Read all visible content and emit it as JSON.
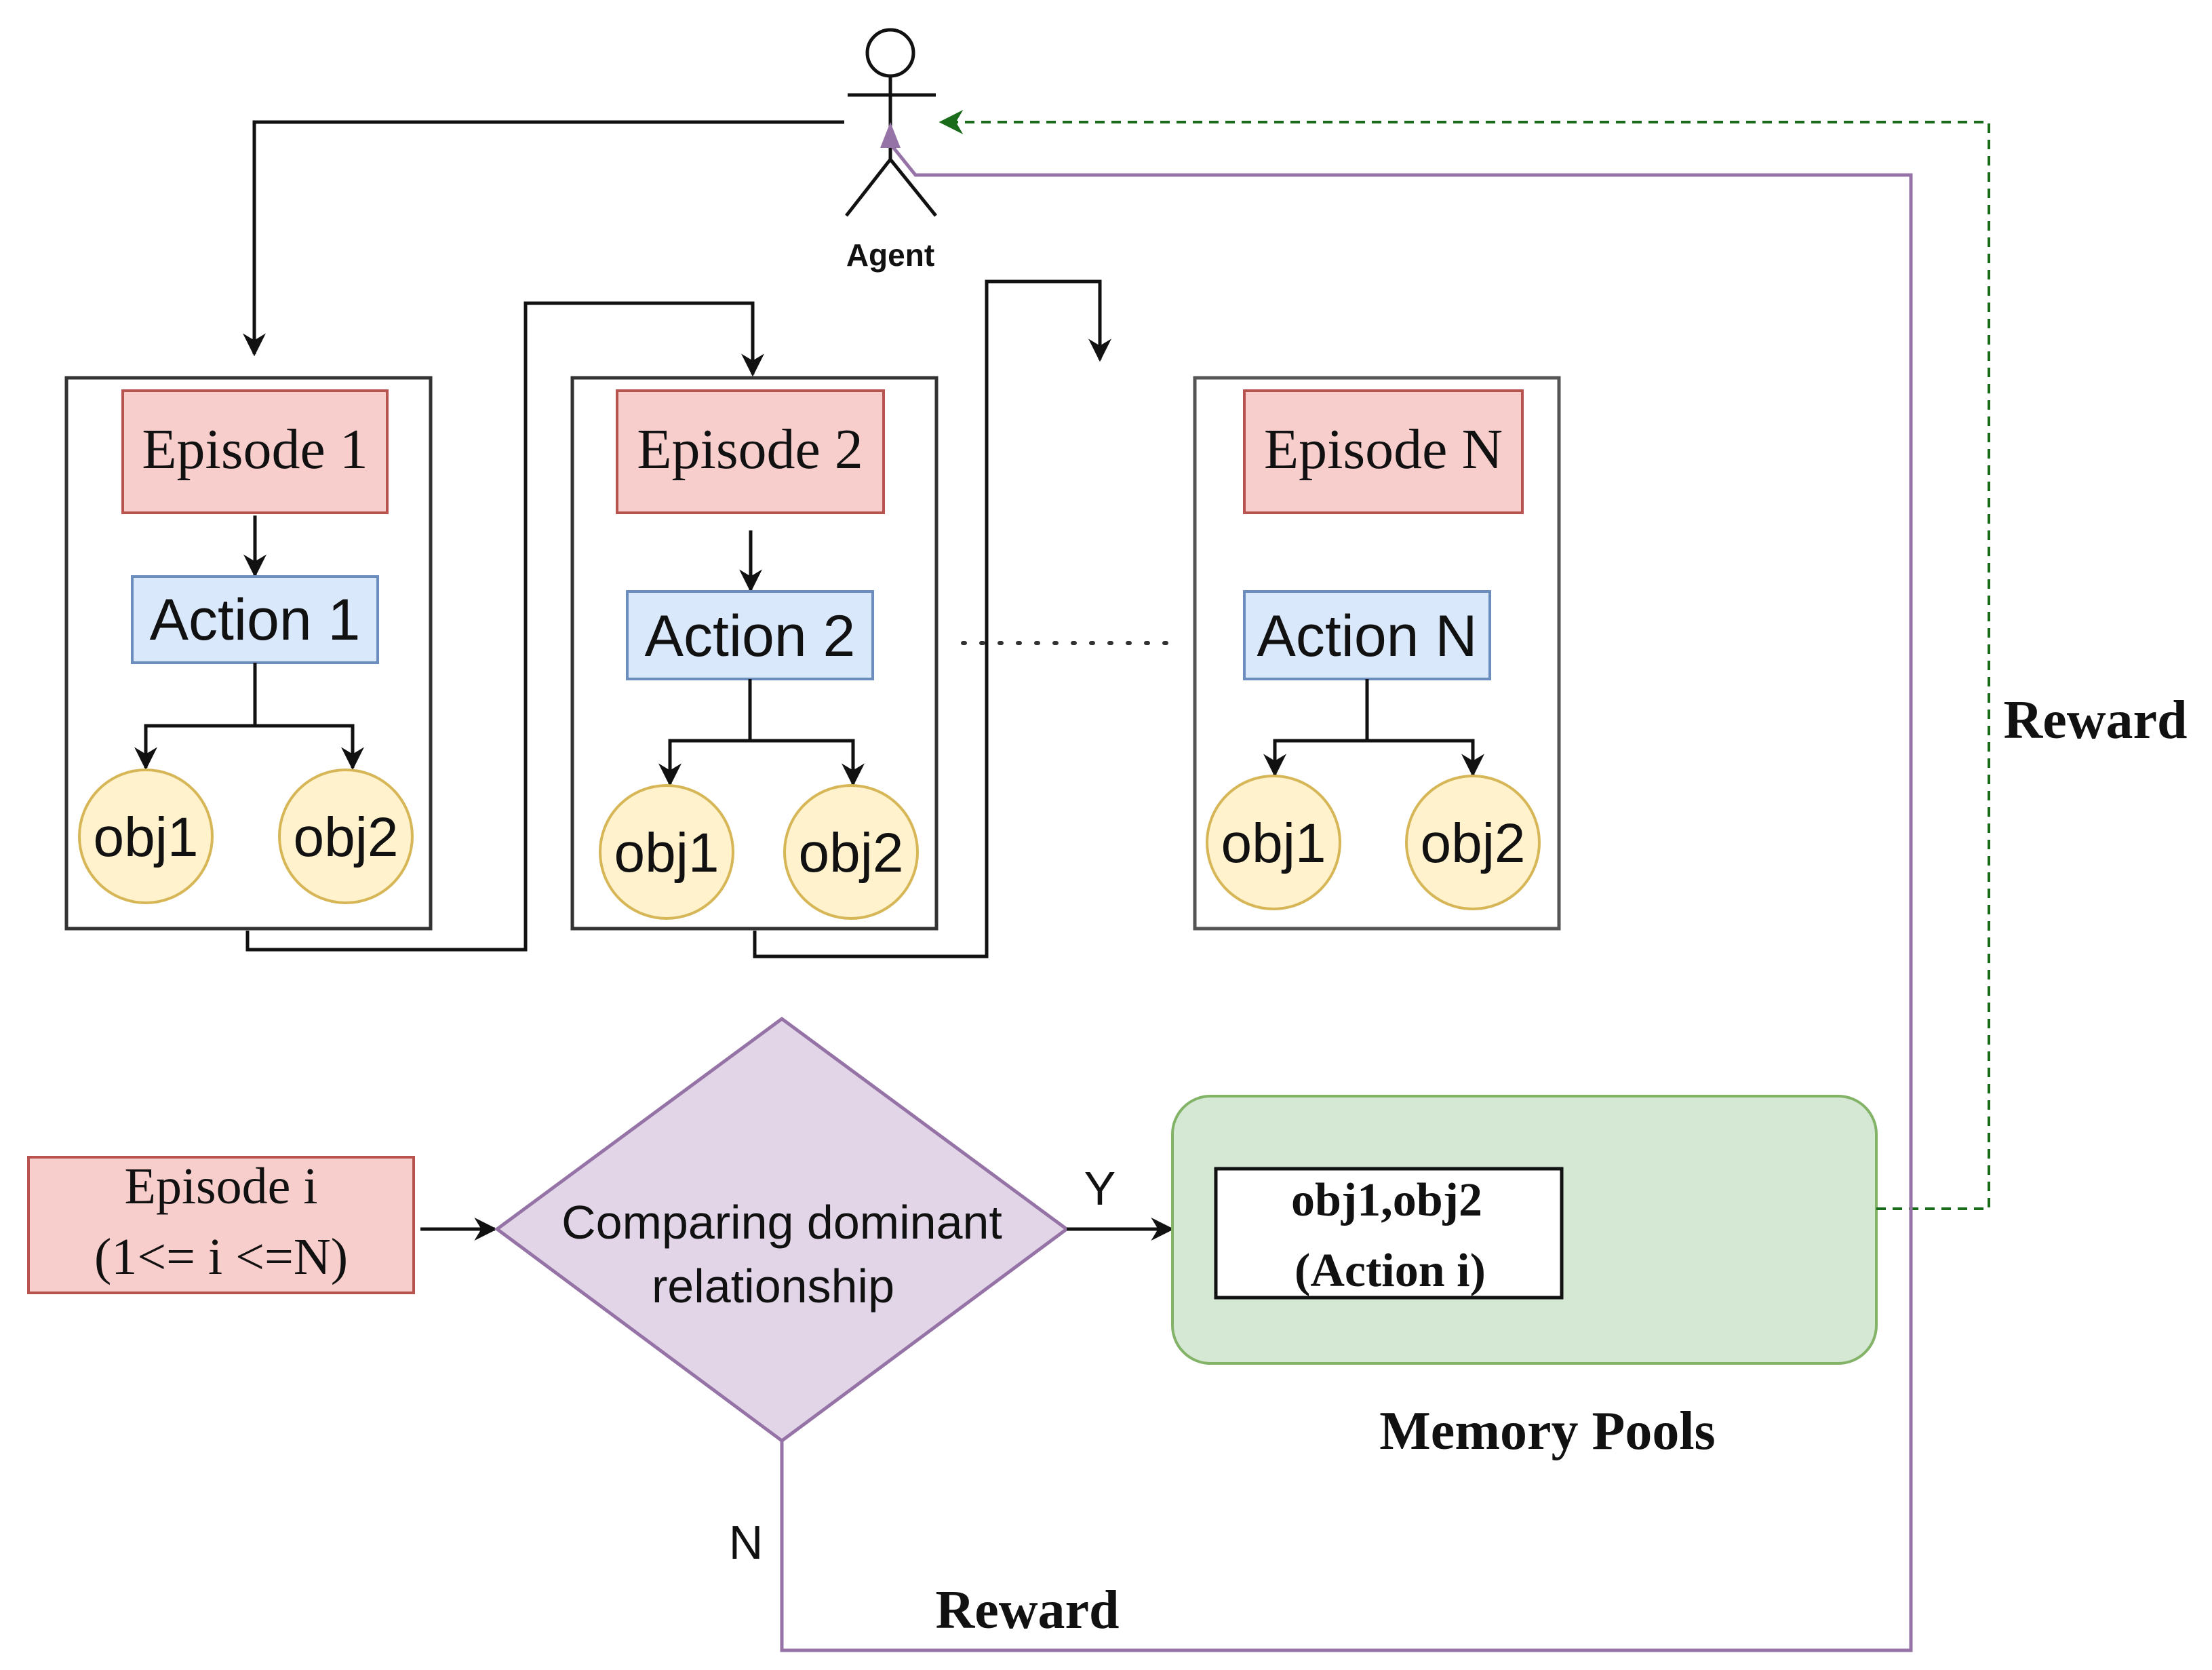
{
  "agent": {
    "label": "Agent"
  },
  "episodes": [
    {
      "title": "Episode 1",
      "action": "Action 1",
      "obj_a": "obj1",
      "obj_b": "obj2"
    },
    {
      "title": "Episode 2",
      "action": "Action 2",
      "obj_a": "obj1",
      "obj_b": "obj2"
    },
    {
      "title": "Episode N",
      "action": "Action N",
      "obj_a": "obj1",
      "obj_b": "obj2"
    }
  ],
  "episode_i": {
    "line1": "Episode i",
    "line2": "(1<= i <=N)"
  },
  "decision": {
    "line1": "Comparing dominant",
    "line2": "relationship",
    "yes": "Y",
    "no": "N"
  },
  "memory": {
    "line1": "obj1,obj2",
    "line2": "(Action i)",
    "caption": "Memory Pools"
  },
  "rewards": {
    "right": "Reward",
    "bottom": "Reward"
  },
  "colors": {
    "episode_fill": "#f8cecc",
    "episode_stroke": "#b85450",
    "action_fill": "#dae8fc",
    "action_stroke": "#6c8ebf",
    "obj_fill": "#fff2cc",
    "obj_stroke": "#d6b656",
    "decision_fill": "#e1d5e7",
    "decision_stroke": "#9673a6",
    "memory_fill": "#d5e8d4",
    "memory_stroke": "#82b366",
    "reward_dashed": "#1a6b1a",
    "feedback_line": "#9673a6"
  }
}
